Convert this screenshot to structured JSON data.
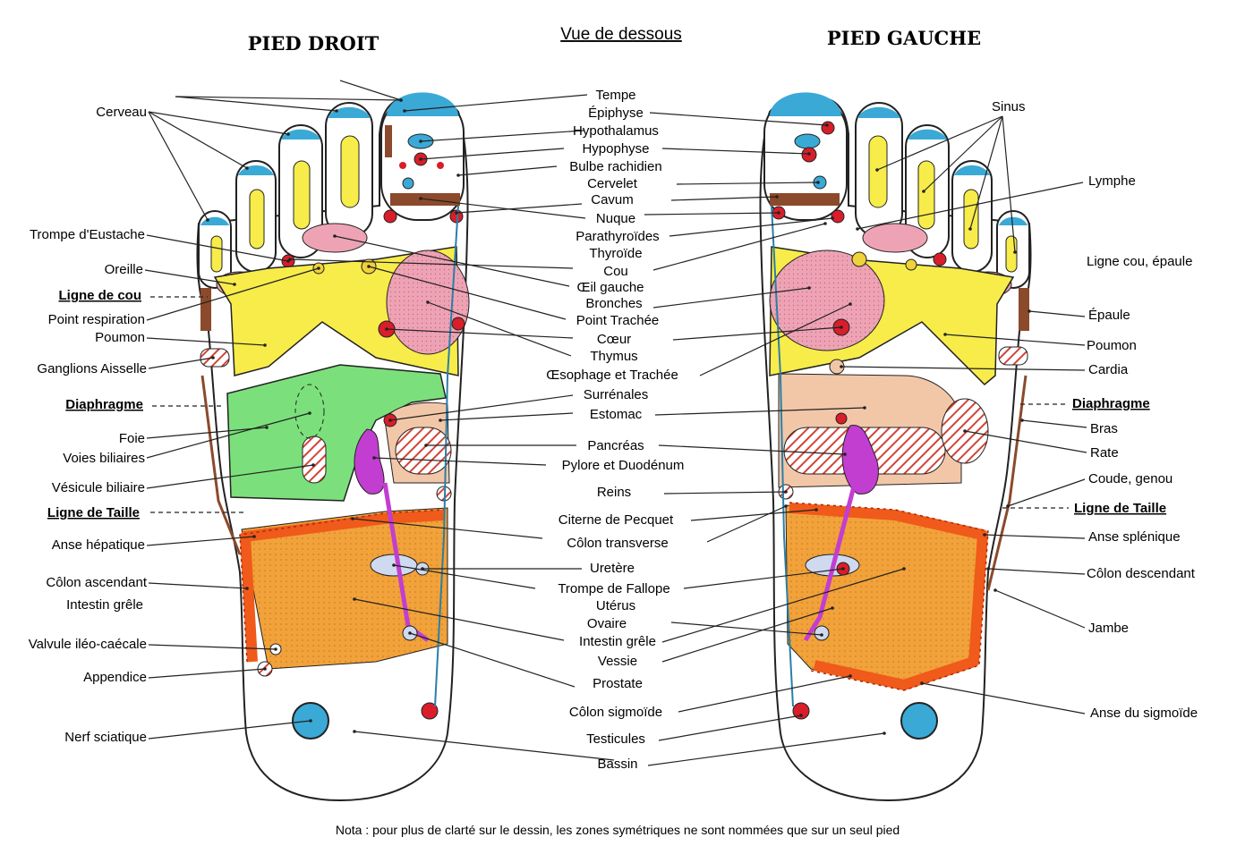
{
  "titles": {
    "right_foot": "PIED DROIT",
    "view": "Vue de dessous",
    "left_foot": "PIED GAUCHE"
  },
  "note": "Nota : pour plus de clarté sur le dessin, les zones symétriques ne sont nommées que sur un seul pied",
  "left_labels": [
    "Cerveau",
    "Trompe d'Eustache",
    "Oreille",
    "Ligne de cou",
    "Point respiration",
    "Poumon",
    "Ganglions Aisselle",
    "Diaphragme",
    "Foie",
    "Voies biliaires",
    "Vésicule biliaire",
    "Ligne de Taille",
    "Anse hépatique",
    "Côlon ascendant",
    "Intestin grêle",
    "Valvule iléo-caécale",
    "Appendice",
    "Nerf sciatique"
  ],
  "center_labels": [
    "Tempe",
    "Épiphyse",
    "Hypothalamus",
    "Hypophyse",
    "Bulbe rachidien",
    "Cervelet",
    "Cavum",
    "Nuque",
    "Parathyroïdes",
    "Thyroïde",
    "Cou",
    "Œil gauche",
    "Bronches",
    "Point Trachée",
    "Cœur",
    "Thymus",
    "Œsophage et Trachée",
    "Surrénales",
    "Estomac",
    "Pancréas",
    "Pylore et Duodénum",
    "Reins",
    "Citerne de Pecquet",
    "Côlon transverse",
    "Uretère",
    "Trompe de Fallope",
    "Utérus",
    "Ovaire",
    "Intestin grêle",
    "Vessie",
    "Prostate",
    "Côlon sigmoïde",
    "Testicules",
    "Bassin"
  ],
  "right_labels": [
    "Sinus",
    "Lymphe",
    "Ligne cou, épaule",
    "Épaule",
    "Poumon",
    "Cardia",
    "Diaphragme",
    "Bras",
    "Rate",
    "Coude, genou",
    "Ligne de Taille",
    "Anse splénique",
    "Côlon descendant",
    "Jambe",
    "Anse du sigmoïde"
  ],
  "colors": {
    "toe_blue": "#3aa9d6",
    "yellow": "#f7ec4a",
    "pink": "#e9a3b6",
    "green": "#7be07b",
    "peach": "#f2c7a8",
    "orange": "#f2a23a",
    "colon": "#f05a1a",
    "purple": "#c23ed1",
    "red_point": "#d81e2a",
    "brown": "#8b4a2b"
  }
}
